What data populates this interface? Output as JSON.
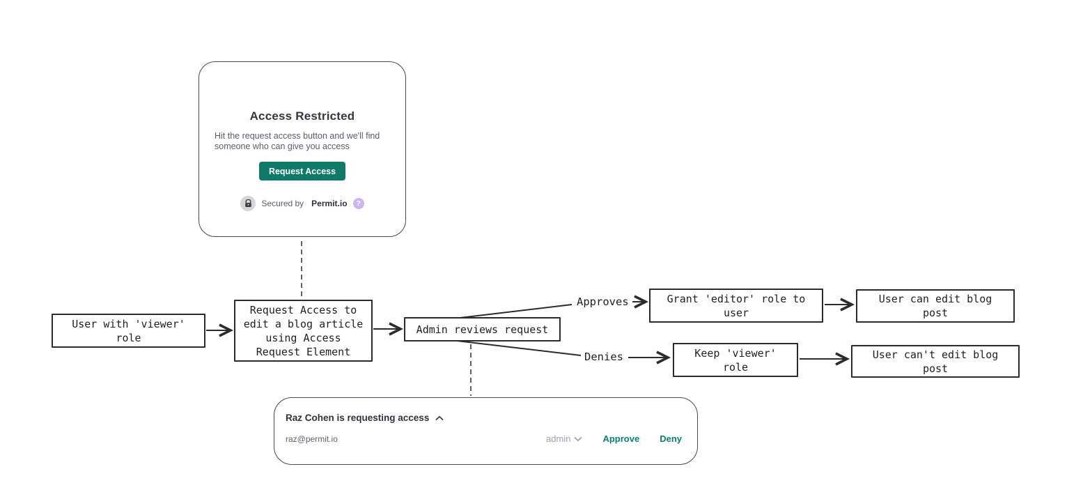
{
  "colors": {
    "accent_button": "#0E7A67",
    "action_link": "#0B8070",
    "diagram_stroke": "#2b2b2b",
    "help_badge": "#c9b5f3"
  },
  "access_card": {
    "title": "Access Restricted",
    "description": "Hit the request access button and we'll find someone who can give you access",
    "request_button_label": "Request Access",
    "secured_by_text": "Secured by",
    "brand_name": "Permit.io",
    "help_glyph": "?"
  },
  "flow": {
    "nodes": [
      "User with 'viewer' role",
      "Request Access to edit a blog article using Access Request Element",
      "Admin reviews request",
      "Grant 'editor' role to user",
      "User can edit blog post",
      "Keep 'viewer' role",
      "User can't edit blog post"
    ],
    "edge_labels": {
      "approves": "Approves",
      "denies": "Denies"
    }
  },
  "request_banner": {
    "title": "Raz Cohen is requesting access",
    "email": "raz@permit.io",
    "role_selected": "admin",
    "approve_label": "Approve",
    "deny_label": "Deny"
  }
}
